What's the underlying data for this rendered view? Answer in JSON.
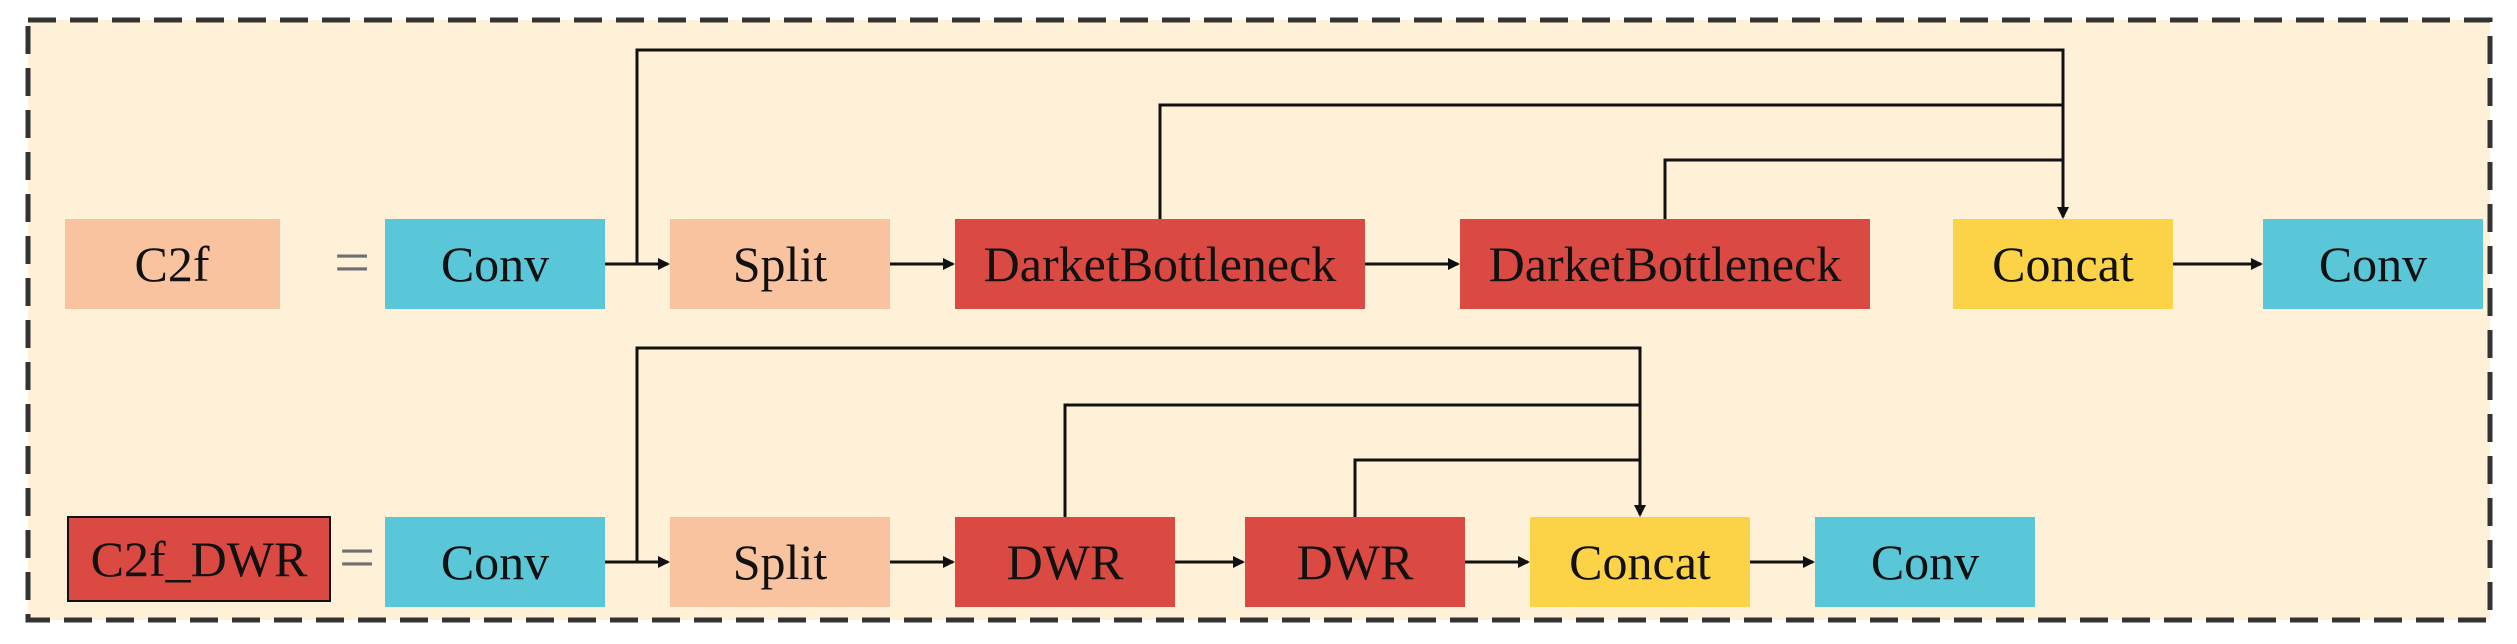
{
  "colors": {
    "background": "#FEF1D8",
    "frame": "#333333",
    "peach": "#F9C3A0",
    "blue": "#5AC7D8",
    "red": "#DA4A42",
    "yellow": "#FCD246",
    "line": "#111111"
  },
  "row1": {
    "module_label": "C2f",
    "equals": "=",
    "blocks": [
      "Conv",
      "Split",
      "DarketBottleneck",
      "DarketBottleneck",
      "Concat",
      "Conv"
    ]
  },
  "row2": {
    "module_label": "C2f_DWR",
    "equals": "=",
    "blocks": [
      "Conv",
      "Split",
      "DWR",
      "DWR",
      "Concat",
      "Conv"
    ]
  }
}
